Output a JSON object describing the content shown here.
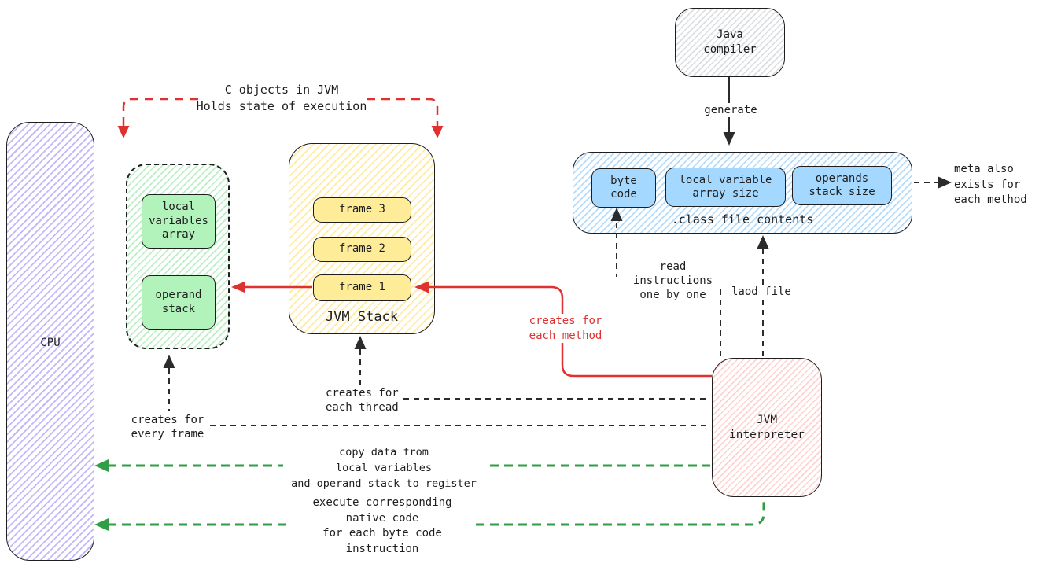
{
  "colors": {
    "stroke": "#1e1e1e",
    "red_accent": "#e03131",
    "green_accent": "#2f9e44",
    "yellow_fill": "#ffec99",
    "green_fill": "#b2f2bb",
    "blue_fill": "#a5d8ff"
  },
  "nodes": {
    "cpu": {
      "label": "CPU"
    },
    "frame_detail": {
      "local_variables": "local\nvariables\narray",
      "operand_stack": "operand\nstack"
    },
    "jvm_stack": {
      "label": "JVM Stack",
      "frames": [
        "frame 3",
        "frame 2",
        "frame 1"
      ]
    },
    "java_compiler": {
      "label": "Java\ncompiler"
    },
    "class_file": {
      "caption": ".class file contents",
      "byte_code": "byte\ncode",
      "local_variable_array_size": "local variable\narray size",
      "operands_stack_size": "operands\nstack size"
    },
    "jvm_interpreter": {
      "label": "JVM\ninterpreter"
    }
  },
  "annotations": {
    "c_objects": "C objects in JVM\nHolds state of execution",
    "generate": "generate",
    "meta": "meta also\nexists for\neach method",
    "read_instructions": "read\ninstructions\none by one",
    "load_file": "laod file",
    "creates_each_method": "creates for\neach method",
    "creates_each_thread": "creates for\neach thread",
    "creates_every_frame": "creates for\nevery frame",
    "copy_data": "copy data from\nlocal variables\nand operand stack to register",
    "execute_native": "execute corresponding\nnative code\nfor each byte code\ninstruction"
  }
}
